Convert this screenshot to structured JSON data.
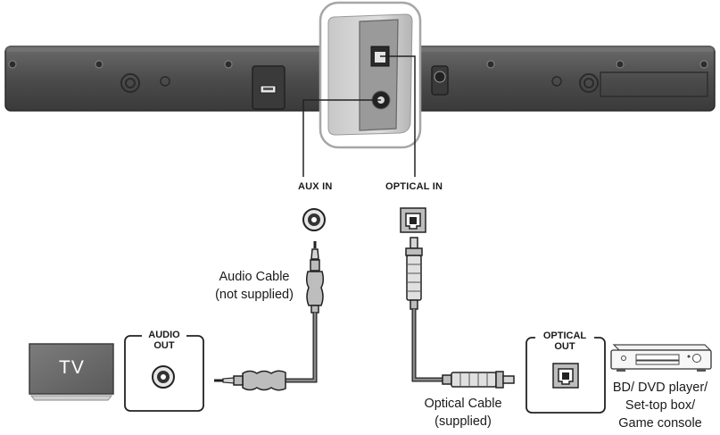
{
  "ports": {
    "aux_in": "AUX IN",
    "optical_in": "OPTICAL IN"
  },
  "cables": {
    "audio_line1": "Audio Cable",
    "audio_line2": "(not supplied)",
    "optical_line1": "Optical Cable",
    "optical_line2": "(supplied)"
  },
  "tv": {
    "label": "TV",
    "audio_out_line1": "AUDIO",
    "audio_out_line2": "OUT"
  },
  "player": {
    "optical_out_line1": "OPTICAL",
    "optical_out_line2": "OUT",
    "name_line1": "BD/ DVD player/",
    "name_line2": "Set-top box/",
    "name_line3": "Game console"
  },
  "colors": {
    "soundbar": "#5a5a5a",
    "cable": "#8a8a8a",
    "tv_screen": "#6e6e6e"
  }
}
